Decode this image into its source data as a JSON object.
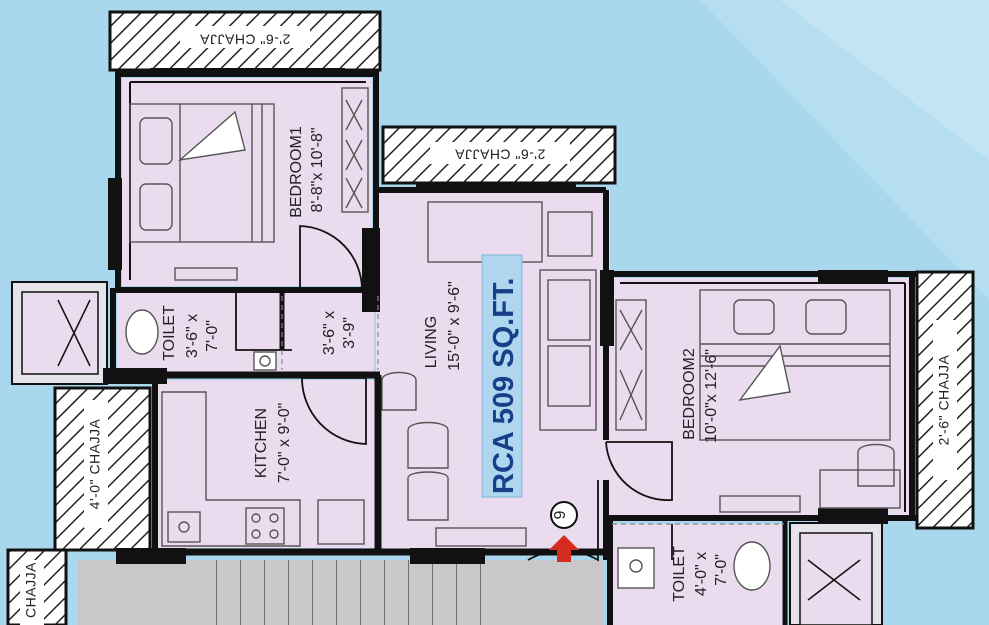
{
  "colors": {
    "background": "#a9d7ee",
    "room": "#eadcee",
    "wall": "#111111",
    "stair": "#c8c8c8",
    "area_badge": "#aed6ee",
    "area_text": "#1a3f8a",
    "entry_arrow": "#d42a1f"
  },
  "chajja": {
    "top_left": "2'-6\" CHAJJA",
    "top_middle": "2'-6\" CHAJJA",
    "left": "4'-0\" CHAJJA",
    "right": "2'-6\" CHAJJA",
    "bottom_left": "CHAJJA"
  },
  "rooms": {
    "bedroom1": {
      "name": "BEDROOM1",
      "size": "8'-8\"x 10'-8\""
    },
    "toilet1": {
      "name": "TOILET",
      "size_a": "3'-6\" x",
      "size_b": "7'-0\""
    },
    "passage": {
      "size_a": "3'-6\" x",
      "size_b": "3'-9\""
    },
    "kitchen": {
      "name": "KITCHEN",
      "size": "7'-0\" x 9'-0\""
    },
    "living": {
      "name": "LIVING",
      "size": "15'-0\" x 9'-6\""
    },
    "bedroom2": {
      "name": "BEDROOM2",
      "size": "10'-0\"x 12'-6\""
    },
    "toilet2": {
      "name": "TOILET",
      "size_a": "4'-0\" x",
      "size_b": "7'-0\""
    }
  },
  "area_label": "RCA 509 SQ.FT.",
  "unit_number": "6"
}
